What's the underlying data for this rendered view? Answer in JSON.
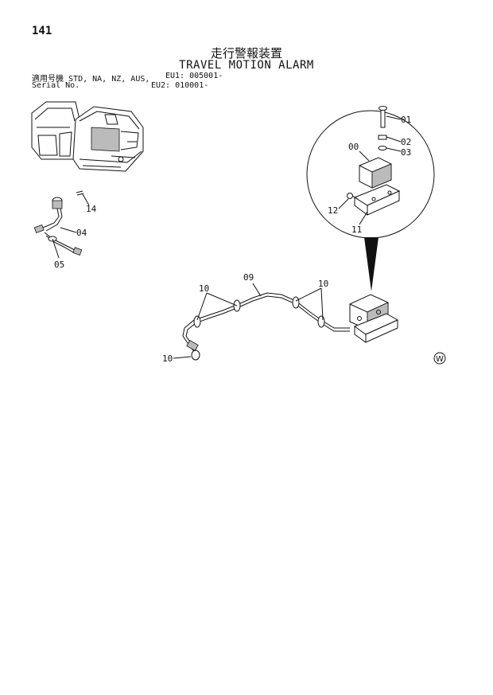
{
  "header": {
    "page_number": "141",
    "title_jp": "走行警報装置",
    "title_en": "TRAVEL MOTION ALARM",
    "serial_label_jp": "適用号機",
    "serial_models": "STD, NA, NZ, AUS,",
    "serial_eu1": "EU1: 005001-",
    "serial_label_en": "Serial No.",
    "serial_eu2": "EU2: 010001-"
  },
  "callouts": {
    "p00": "00",
    "p01": "01",
    "p02": "02",
    "p03": "03",
    "p04": "04",
    "p05": "05",
    "p09": "09",
    "p10a": "10",
    "p10b": "10",
    "p10c": "10",
    "p11": "11",
    "p12": "12",
    "p14": "14"
  },
  "marks": {
    "w_mark": "W"
  }
}
